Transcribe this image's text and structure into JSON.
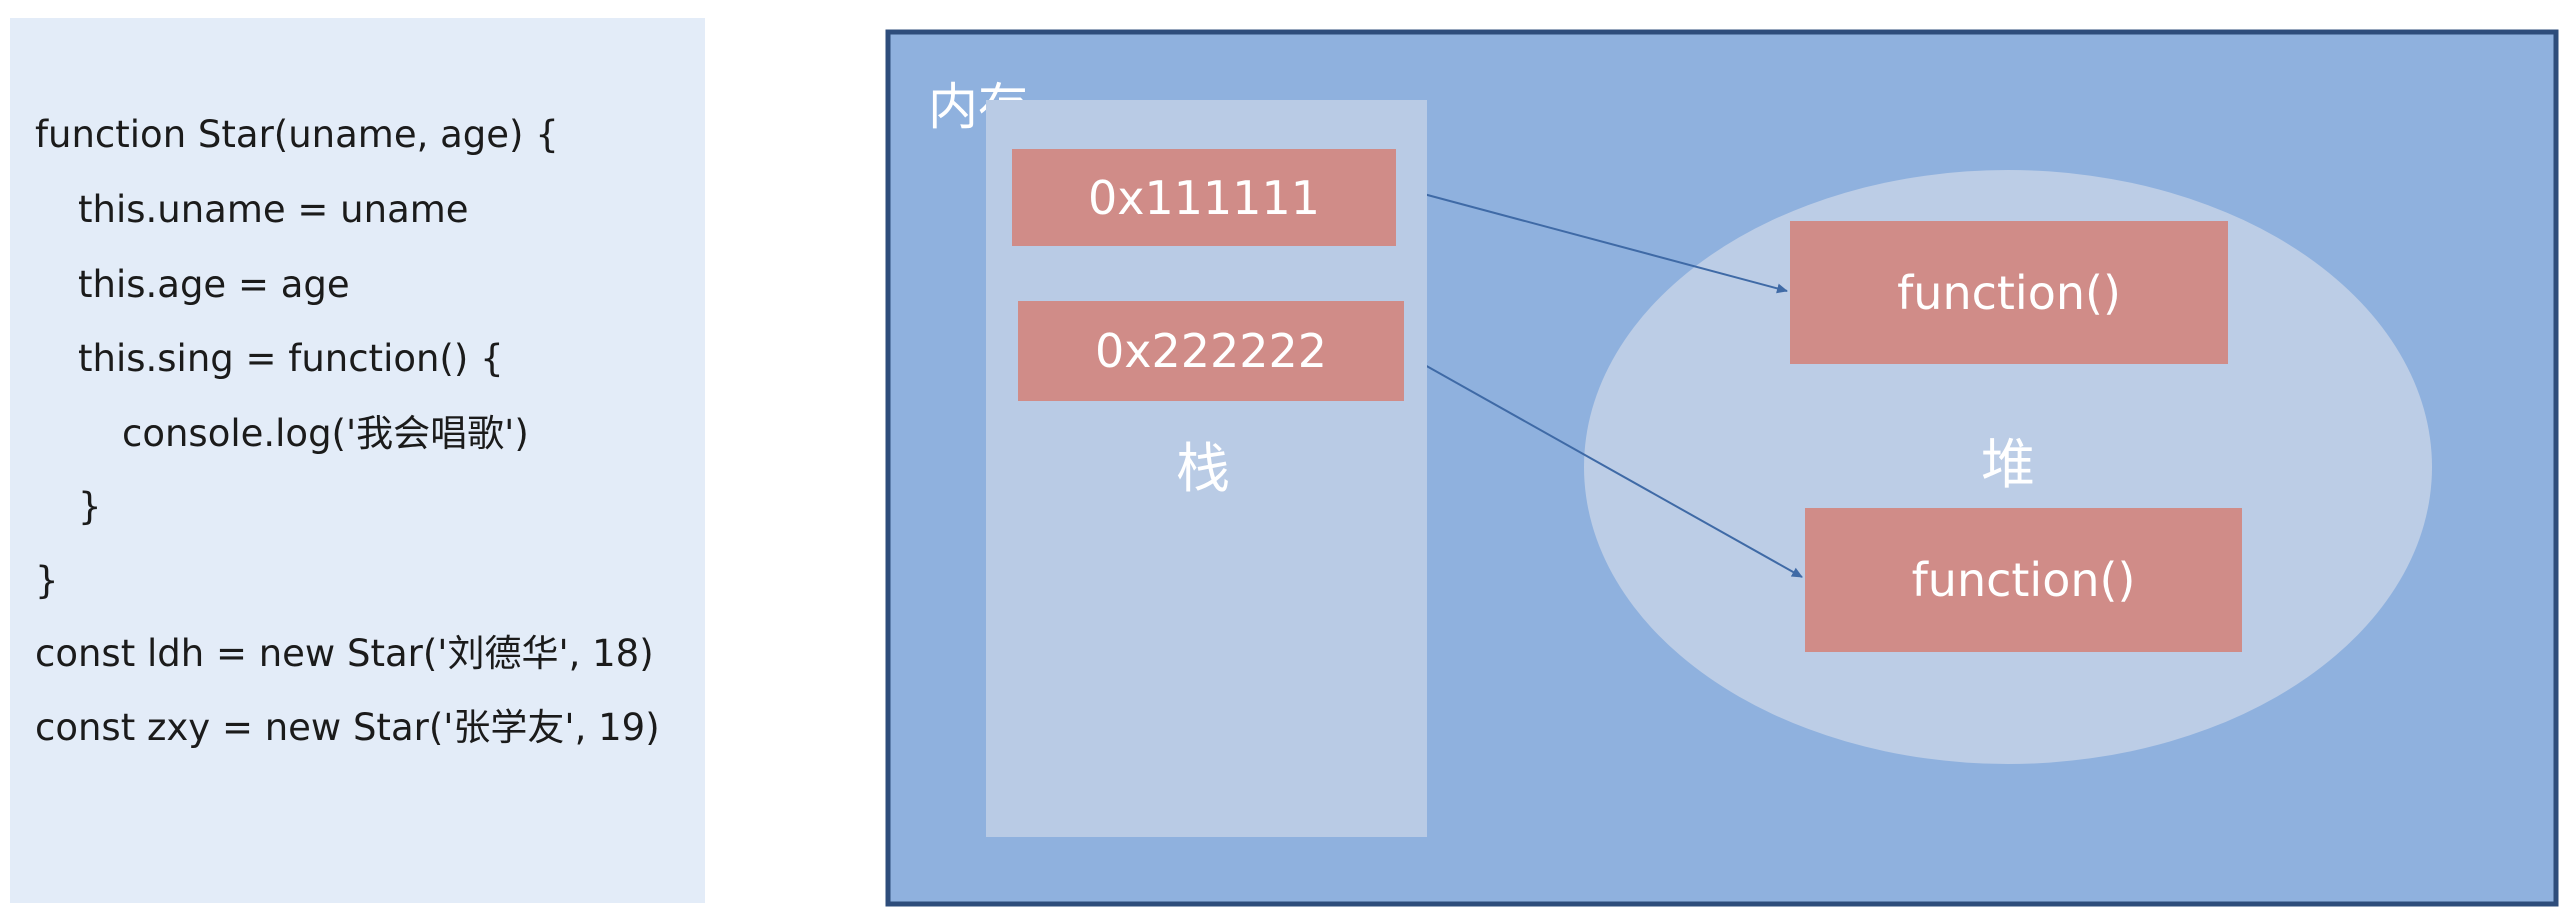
{
  "code": {
    "lines": [
      "function Star(uname, age) {",
      "this.uname = uname",
      "this.age = age",
      "this.sing = function() {",
      "console.log('我会唱歌')",
      "}",
      "}",
      "const ldh = new Star('刘德华', 18)",
      "const zxy = new Star('张学友', 19)"
    ]
  },
  "diagram": {
    "memory_label": "内存",
    "stack_label": "栈",
    "heap_label": "堆",
    "stack_items": [
      "0x111111",
      "0x222222"
    ],
    "heap_items": [
      "function()",
      "function()"
    ],
    "colors": {
      "memory_bg": "#8fb1de",
      "memory_border": "#2e4d7b",
      "stack_bg": "#b9cbe5",
      "heap_bg": "#bccde6",
      "box_bg": "#d08c88",
      "arrow": "#3f6aa6"
    }
  }
}
